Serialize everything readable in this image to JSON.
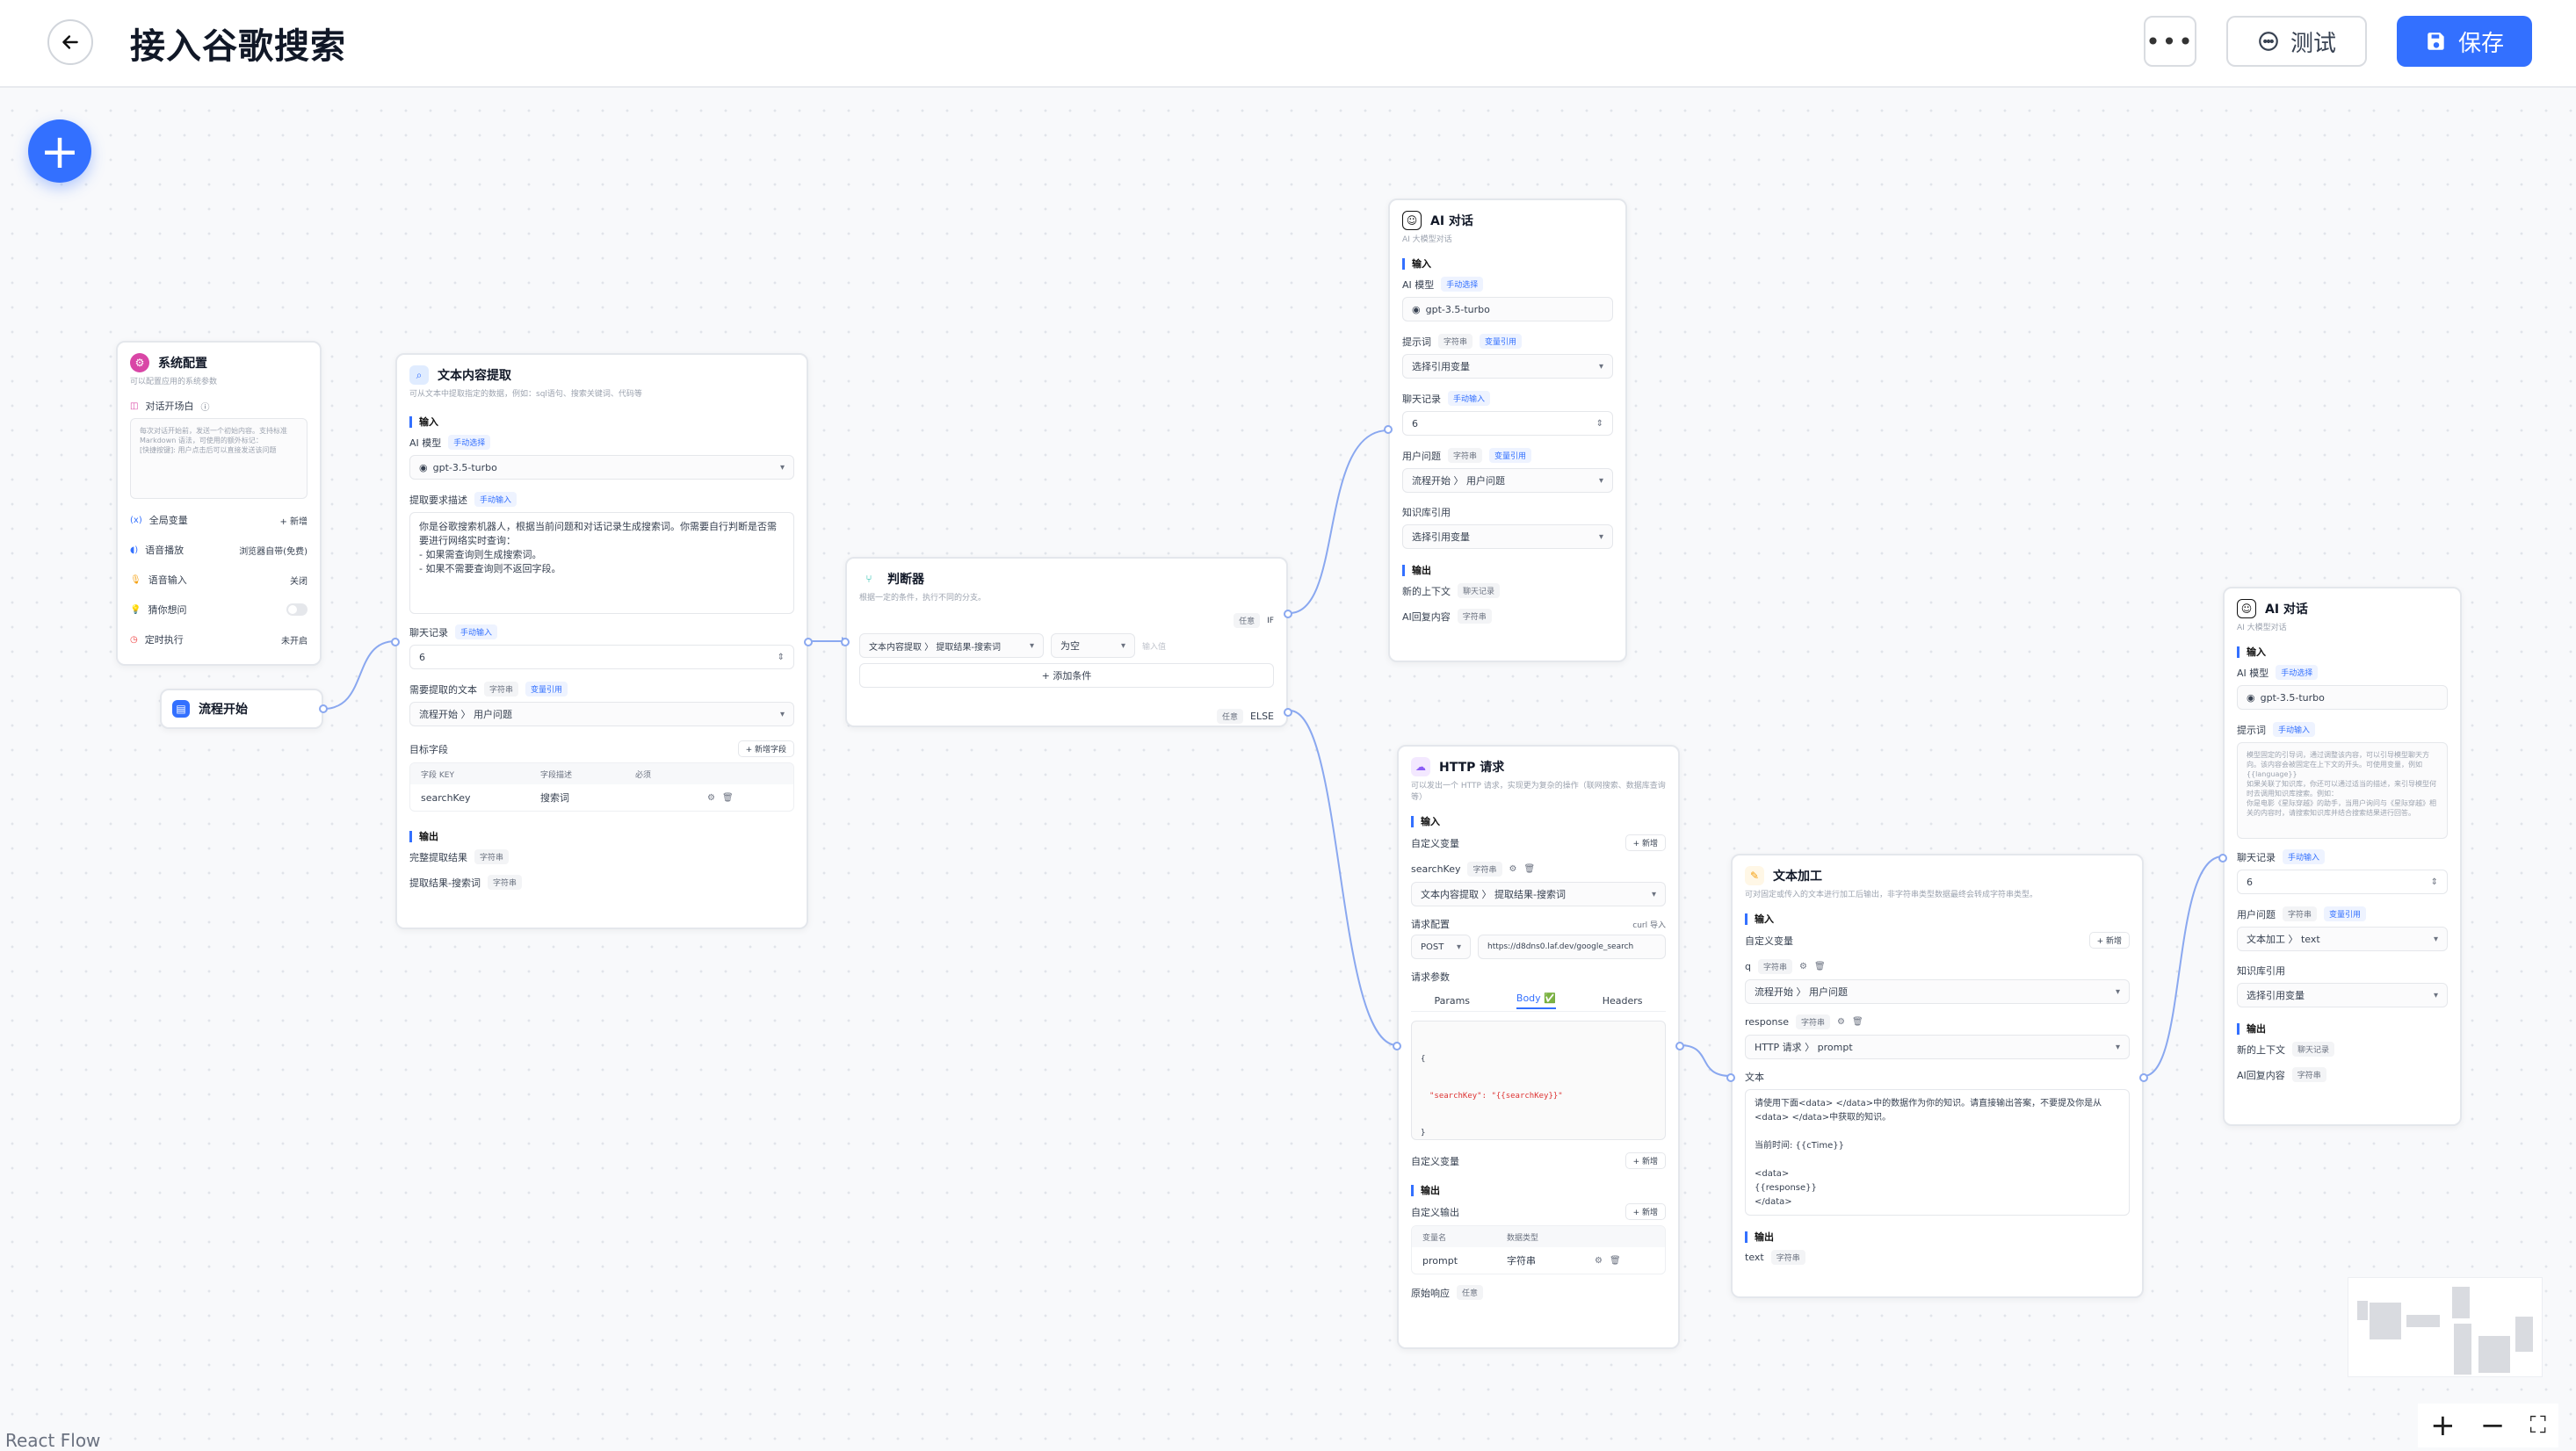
{
  "header": {
    "title": "接入谷歌搜索",
    "more_label": "•••",
    "test_label": "测试",
    "save_label": "保存"
  },
  "react_flow": "React Flow",
  "nodes": {
    "system_config": {
      "title": "系统配置",
      "desc": "可以配置应用的系统参数",
      "opener_label": "对话开场白",
      "opener_placeholder": "每次对话开始前，发送一个初始内容。支持标准 Markdown 语法，可使用的额外标记：\n[快捷按键]: 用户点击后可以直接发送该问题",
      "global_var": "全局变量",
      "global_var_action": "+ 新增",
      "tts": "语音播放",
      "tts_value": "浏览器自带(免费)",
      "voice_input": "语音输入",
      "voice_input_value": "关闭",
      "guess_q": "猜你想问",
      "timer": "定时执行",
      "timer_value": "未开启"
    },
    "flow_start": {
      "title": "流程开始"
    },
    "text_extract": {
      "title": "文本内容提取",
      "desc": "可从文本中提取指定的数据，例如：sql语句、搜索关键词、代码等",
      "input_section": "输入",
      "ai_model_label": "AI 模型",
      "manual_select": "手动选择",
      "ai_model_value": "gpt-3.5-turbo",
      "desc_label": "提取要求描述",
      "manual_input": "手动输入",
      "desc_value": "你是谷歌搜索机器人，根据当前问题和对话记录生成搜索词。你需要自行判断是否需要进行网络实时查询：\n- 如果需查询则生成搜索词。\n- 如果不需要查询则不返回字段。",
      "history_label": "聊天记录",
      "history_value": "6",
      "text_label": "需要提取的文本",
      "string_tag": "字符串",
      "var_ref": "变量引用",
      "text_value": "流程开始 〉 用户问题",
      "target_label": "目标字段",
      "add_field": "+ 新增字段",
      "table_headers": [
        "字段 KEY",
        "字段描述",
        "必须"
      ],
      "table_row": {
        "key": "searchKey",
        "desc": "搜索词"
      },
      "output_section": "输出",
      "out1": "完整提取结果",
      "out2": "提取结果-搜索词"
    },
    "judge": {
      "title": "判断器",
      "desc": "根据一定的条件，执行不同的分支。",
      "any_label": "任意",
      "if_label": "IF",
      "cond_var": "文本内容提取 〉 提取结果-搜索词",
      "cond_op": "为空",
      "cond_value": "输入值",
      "add_cond": "+ 添加条件",
      "else_label": "ELSE"
    },
    "ai_chat_top": {
      "title": "AI 对话",
      "desc": "AI 大模型对话",
      "input_section": "输入",
      "ai_model_label": "AI 模型",
      "manual_select": "手动选择",
      "ai_model_value": "gpt-3.5-turbo",
      "prompt_label": "提示词",
      "string_tag": "字符串",
      "var_ref": "变量引用",
      "prompt_value": "选择引用变量",
      "history_label": "聊天记录",
      "manual_input": "手动输入",
      "history_value": "6",
      "user_q_label": "用户问题",
      "user_q_value": "流程开始 〉 用户问题",
      "kb_label": "知识库引用",
      "kb_value": "选择引用变量",
      "output_section": "输出",
      "out1": "新的上下文",
      "out1_tag": "聊天记录",
      "out2": "AI回复内容",
      "out2_tag": "字符串"
    },
    "http": {
      "title": "HTTP 请求",
      "desc": "可以发出一个 HTTP 请求，实现更为复杂的操作（联网搜索、数据库查询等）",
      "input_section": "输入",
      "custom_var": "自定义变量",
      "add": "+ 新增",
      "search_key": "searchKey",
      "string_tag": "字符串",
      "search_key_value": "文本内容提取 〉 提取结果-搜索词",
      "req_config": "请求配置",
      "curl_import": "curl 导入",
      "method": "POST",
      "url": "https://d8dns0.laf.dev/google_search",
      "req_params": "请求参数",
      "tabs": [
        "Params",
        "Body ✅",
        "Headers"
      ],
      "body_line1": "{",
      "body_line2": "\"searchKey\": \"{{searchKey}}\"",
      "body_line3": "}",
      "custom_var2": "自定义变量",
      "output_section": "输出",
      "custom_out": "自定义输出",
      "table_headers": [
        "变量名",
        "数据类型"
      ],
      "table_row": {
        "name": "prompt",
        "type": "字符串"
      },
      "raw_resp": "原始响应",
      "any_tag": "任意"
    },
    "text_process": {
      "title": "文本加工",
      "desc": "可对固定或传入的文本进行加工后输出，非字符串类型数据最终会转成字符串类型。",
      "input_section": "输入",
      "custom_var": "自定义变量",
      "add": "+ 新增",
      "q_label": "q",
      "string_tag": "字符串",
      "q_value": "流程开始 〉 用户问题",
      "response_label": "response",
      "response_value": "HTTP 请求 〉 prompt",
      "text_label": "文本",
      "text_value": "请使用下面<data> </data>中的数据作为你的知识。请直接输出答案，不要提及你是从<data> </data>中获取的知识。\n\n当前时间: {{cTime}}\n\n<data>\n{{response}}\n</data>",
      "output_section": "输出",
      "out1": "text",
      "out1_tag": "字符串"
    },
    "ai_chat_right": {
      "title": "AI 对话",
      "desc": "AI 大模型对话",
      "input_section": "输入",
      "ai_model_label": "AI 模型",
      "manual_select": "手动选择",
      "ai_model_value": "gpt-3.5-turbo",
      "prompt_label": "提示词",
      "manual_input": "手动输入",
      "prompt_placeholder": "模型固定的引导词，通过调整该内容，可以引导模型聊天方向。该内容会被固定在上下文的开头。可使用变量，例如 {{language}}\n如果关联了知识库，你还可以通过适当的描述，来引导模型何时去调用知识库搜索。例如：\n你是电影《星际穿越》的助手，当用户询问与《星际穿越》相关的内容时，请搜索知识库并结合搜索结果进行回答。",
      "history_label": "聊天记录",
      "history_value": "6",
      "user_q_label": "用户问题",
      "string_tag": "字符串",
      "var_ref": "变量引用",
      "user_q_value": "文本加工 〉 text",
      "kb_label": "知识库引用",
      "kb_value": "选择引用变量",
      "output_section": "输出",
      "out1": "新的上下文",
      "out1_tag": "聊天记录",
      "out2": "AI回复内容",
      "out2_tag": "字符串"
    }
  },
  "zoom": {
    "in": "+",
    "out": "−",
    "fit": "⛶"
  }
}
